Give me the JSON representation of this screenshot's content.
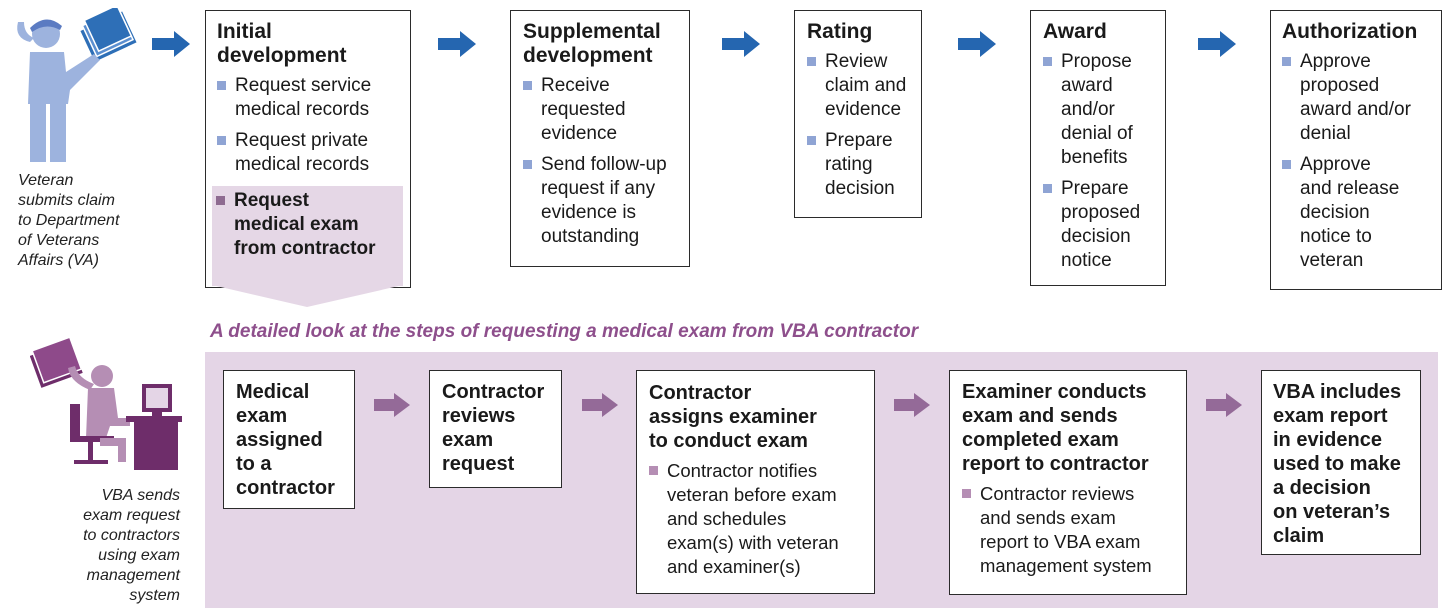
{
  "veteran_caption": "Veteran\nsubmits claim\nto Department\nof Veterans\nAffairs (VA)",
  "vba_caption": "VBA sends\nexam request\nto contractors\nusing exam\nmanagement\nsystem",
  "detail_title": "A detailed look at the steps of requesting a medical exam from VBA contractor",
  "colors": {
    "blue_arrow": "#2566b0",
    "purple_arrow": "#946a98",
    "bullet_blue": "#8fa4d4",
    "bullet_purple": "#8e6b91",
    "band": "#e4d5e6",
    "title_purple": "#8e4f8c"
  },
  "icons": {
    "veteran": "person-holding-folder-icon",
    "vba": "person-at-computer-icon",
    "arrow": "right-arrow-icon"
  },
  "stages": [
    {
      "title": "Initial\ndevelopment",
      "items": [
        "Request service\nmedical records",
        "Request private\nmedical records",
        "Request\nmedical exam\nfrom contractor"
      ],
      "highlight_index": 2
    },
    {
      "title": "Supplemental\ndevelopment",
      "items": [
        "Receive\nrequested\nevidence",
        "Send follow-up\nrequest if any\nevidence is\noutstanding"
      ]
    },
    {
      "title": "Rating",
      "items": [
        "Review\nclaim and\nevidence",
        "Prepare\nrating\ndecision"
      ]
    },
    {
      "title": "Award",
      "items": [
        "Propose\naward\nand/or\ndenial of\nbenefits",
        "Prepare\nproposed\ndecision\nnotice"
      ]
    },
    {
      "title": "Authorization",
      "items": [
        "Approve\nproposed\naward and/or\ndenial",
        "Approve\nand release\ndecision\nnotice to\nveteran"
      ]
    }
  ],
  "details": [
    {
      "title": "Medical\nexam\nassigned\nto a\ncontractor",
      "items": []
    },
    {
      "title": "Contractor\nreviews\nexam\nrequest",
      "items": []
    },
    {
      "title": "Contractor\nassigns examiner\nto conduct exam",
      "items": [
        "Contractor notifies\nveteran before exam\nand schedules\nexam(s) with veteran\nand examiner(s)"
      ]
    },
    {
      "title": "Examiner conducts\nexam and sends\ncompleted exam\nreport to contractor",
      "items": [
        "Contractor reviews\nand sends exam\nreport to VBA exam\nmanagement system"
      ]
    },
    {
      "title": "VBA includes\nexam report\nin evidence\nused to make\na decision\non veteran’s\nclaim",
      "items": []
    }
  ]
}
